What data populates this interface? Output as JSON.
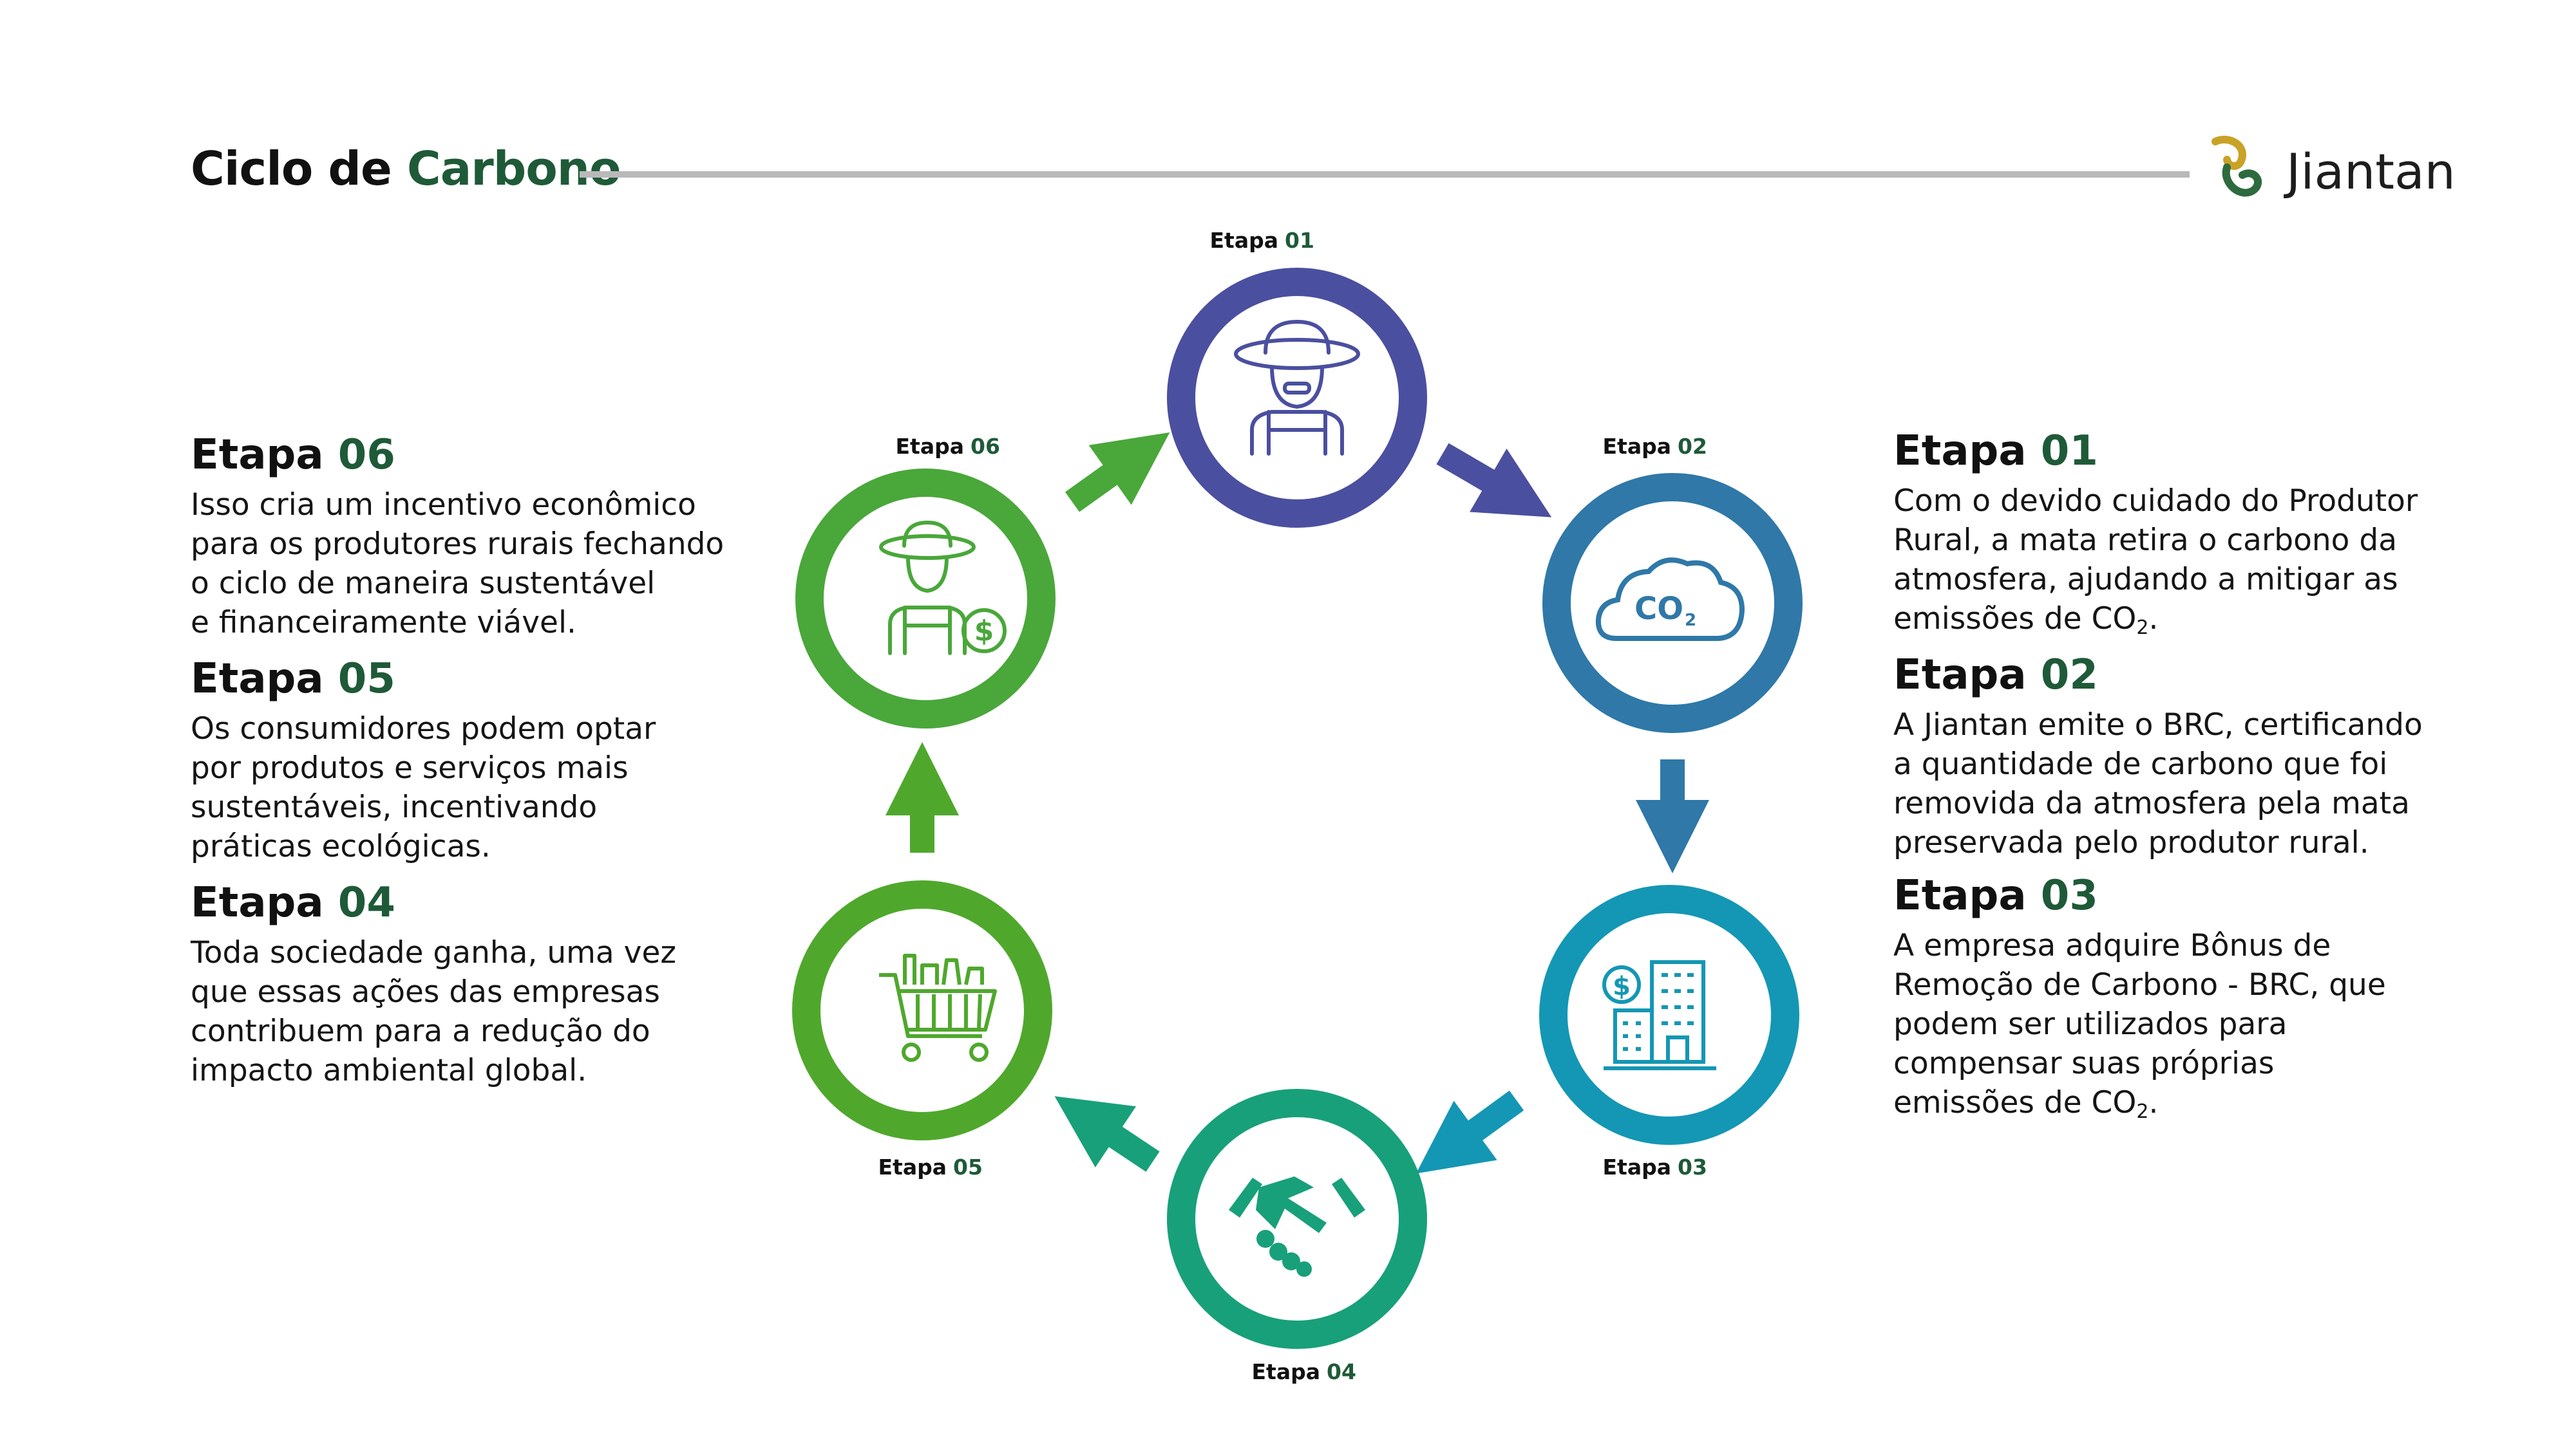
{
  "header": {
    "title_prefix": "Ciclo de",
    "title_accent": "Carbono",
    "logo_text": "Jiantan"
  },
  "colors": {
    "brand_green": "#1f5a38",
    "step_01": "#4b4f9f",
    "step_02": "#2f78a8",
    "step_03": "#1497b4",
    "step_04": "#18a07a",
    "step_05": "#4fa82c",
    "step_06": "#4aa73a"
  },
  "diagram": {
    "steps": [
      {
        "label": "Etapa",
        "num": "01",
        "icon": "farmer-icon"
      },
      {
        "label": "Etapa",
        "num": "02",
        "icon": "co2-cloud-icon",
        "icon_text": "CO",
        "icon_sub": "2"
      },
      {
        "label": "Etapa",
        "num": "03",
        "icon": "building-dollar-icon",
        "icon_text": "$"
      },
      {
        "label": "Etapa",
        "num": "04",
        "icon": "handshake-icon"
      },
      {
        "label": "Etapa",
        "num": "05",
        "icon": "shopping-cart-icon"
      },
      {
        "label": "Etapa",
        "num": "06",
        "icon": "farmer-dollar-icon",
        "icon_text": "$"
      }
    ]
  },
  "descriptions": {
    "etapa_01": {
      "label": "Etapa",
      "num": "01",
      "text": "Com o devido cuidado do Produtor\nRural, a mata retira o carbono da\natmosfera, ajudando a mitigar as\nemissões de CO",
      "sub": "2",
      "after": "."
    },
    "etapa_02": {
      "label": "Etapa",
      "num": "02",
      "text": "A Jiantan emite o BRC, certificando\na quantidade de carbono que foi\nremovida da atmosfera pela mata\npreservada pelo produtor rural."
    },
    "etapa_03": {
      "label": "Etapa",
      "num": "03",
      "text": "A empresa adquire Bônus de\nRemoção de Carbono - BRC, que\npodem ser utilizados para\ncompensar suas próprias\nemissões de CO",
      "sub": "2",
      "after": "."
    },
    "etapa_04": {
      "label": "Etapa",
      "num": "04",
      "text": "Toda sociedade ganha, uma vez\nque essas ações das empresas\ncontribuem para a redução do\nimpacto ambiental global."
    },
    "etapa_05": {
      "label": "Etapa",
      "num": "05",
      "text": "Os consumidores podem optar\npor produtos e serviços mais\nsustentáveis, incentivando\npráticas ecológicas."
    },
    "etapa_06": {
      "label": "Etapa",
      "num": "06",
      "text": "Isso cria um incentivo econômico\npara os produtores rurais fechando\no ciclo de maneira sustentável\ne financeiramente viável."
    }
  }
}
